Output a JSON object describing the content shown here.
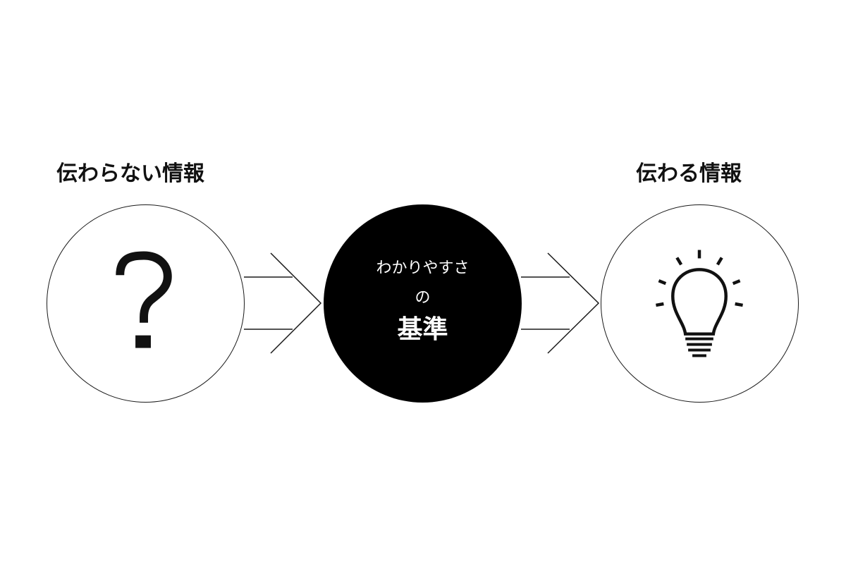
{
  "diagram": {
    "left": {
      "label": "伝わらない情報",
      "symbol": "?",
      "icon": "question-mark-icon"
    },
    "center": {
      "line1": "わかりやすさ",
      "line2": "の",
      "line3": "基準"
    },
    "right": {
      "label": "伝わる情報",
      "icon": "lightbulb-icon"
    },
    "colors": {
      "stroke": "#1a1a1a",
      "center_fill": "#000000",
      "center_text": "#ffffff",
      "background": "#ffffff"
    }
  }
}
